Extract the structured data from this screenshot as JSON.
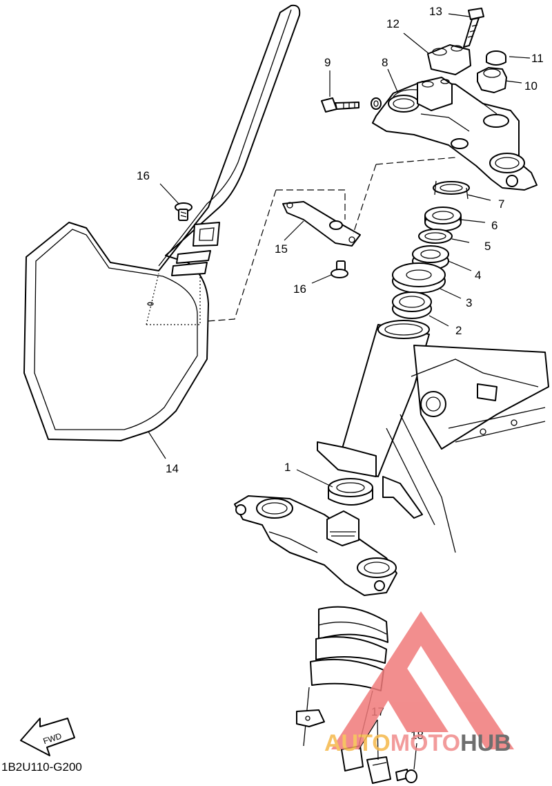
{
  "diagram_code": "1B2U110-G200",
  "fwd_label": "FWD",
  "callouts": [
    "1",
    "2",
    "3",
    "4",
    "5",
    "6",
    "7",
    "8",
    "9",
    "10",
    "11",
    "12",
    "13",
    "14",
    "15",
    "16",
    "16",
    "17",
    "18"
  ],
  "watermark": {
    "part1": "AUTO",
    "part2": "MOTO",
    "part3": "HUB",
    "color1": "#f5b84a",
    "color2": "#f08a8a",
    "color3": "#555555",
    "logo_color": "#f07a7a"
  }
}
